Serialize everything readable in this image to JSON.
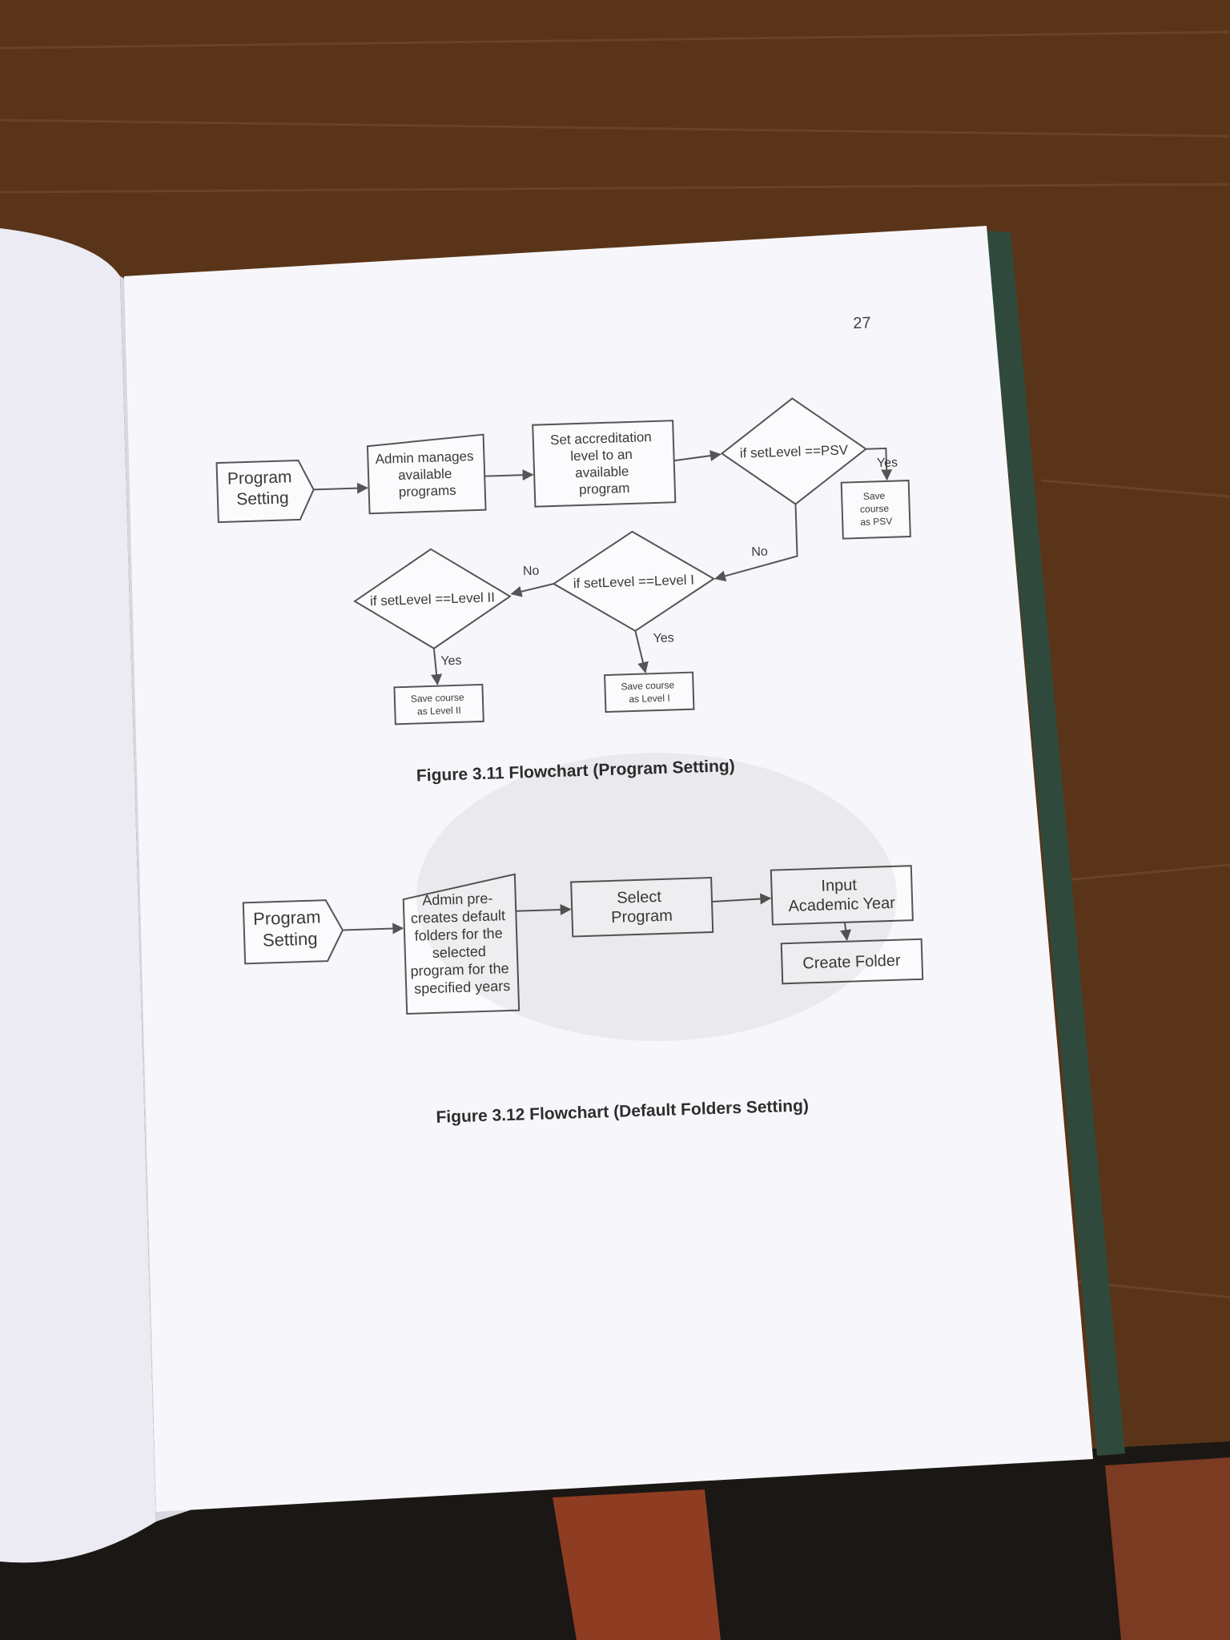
{
  "page": {
    "page_number": "27"
  },
  "figure_1": {
    "caption": "Figure 3.11 Flowchart (Program Setting)",
    "start_lines": [
      "Program",
      "Setting"
    ],
    "admin_lines": [
      "Admin manages",
      "available",
      "programs"
    ],
    "accreditation_lines": [
      "Set accreditation",
      "level to an",
      "available",
      "program"
    ],
    "decision_psv": "if setLevel ==PSV",
    "decision_level_1": "if setLevel ==Level I",
    "decision_level_2": "if setLevel ==Level II",
    "yes_label": "Yes",
    "no_label": "No",
    "save_psv_lines": [
      "Save",
      "course",
      "as PSV"
    ],
    "save_level_1_lines": [
      "Save course",
      "as Level I"
    ],
    "save_level_2_lines": [
      "Save course",
      "as Level II"
    ]
  },
  "figure_2": {
    "caption": "Figure 3.12 Flowchart (Default Folders Setting)",
    "start_lines": [
      "Program",
      "Setting"
    ],
    "admin_lines": [
      "Admin pre-",
      "creates default",
      "folders for the",
      "selected",
      "program for the",
      "specified years"
    ],
    "select_program_lines": [
      "Select",
      "Program"
    ],
    "input_year_lines": [
      "Input",
      "Academic Year"
    ],
    "create_folder": "Create Folder"
  },
  "colors": {
    "table": "#5a3418",
    "paper": "#f7f7fb",
    "ink": "#3a3a3a",
    "book_cover": "#2f4a3c"
  }
}
